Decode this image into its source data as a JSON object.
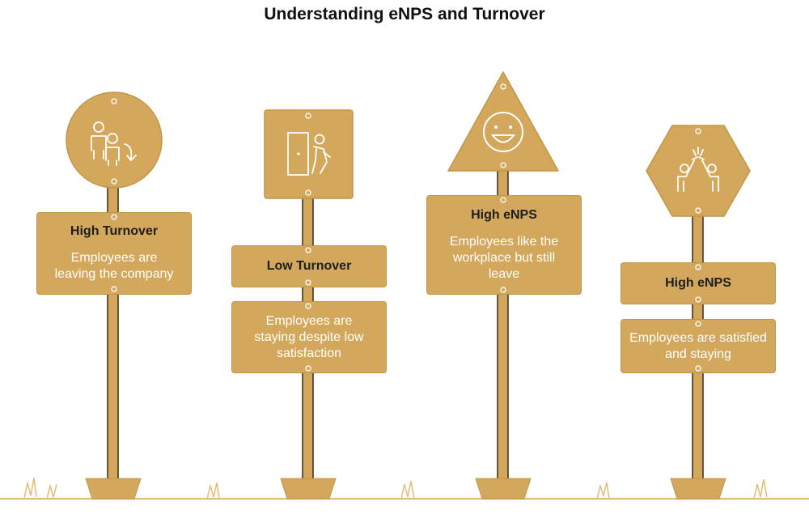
{
  "title": "Understanding eNPS and Turnover",
  "colors": {
    "gold": "#d4a85c",
    "post": "#d4a85c",
    "outline": "#3a2a1a",
    "grass": "#e2bc74"
  },
  "signs": [
    {
      "icon": "leaving-people-icon",
      "heading": "High Turnover",
      "description": "Employees are leaving the company"
    },
    {
      "icon": "exit-door-icon",
      "heading": "Low Turnover",
      "description": "Employees are staying despite low satisfaction"
    },
    {
      "icon": "smiley-face-icon",
      "heading": "High eNPS",
      "description": "Employees like the workplace but still leave"
    },
    {
      "icon": "high-five-icon",
      "heading": "High eNPS",
      "description": "Employees are satisfied and staying"
    }
  ]
}
